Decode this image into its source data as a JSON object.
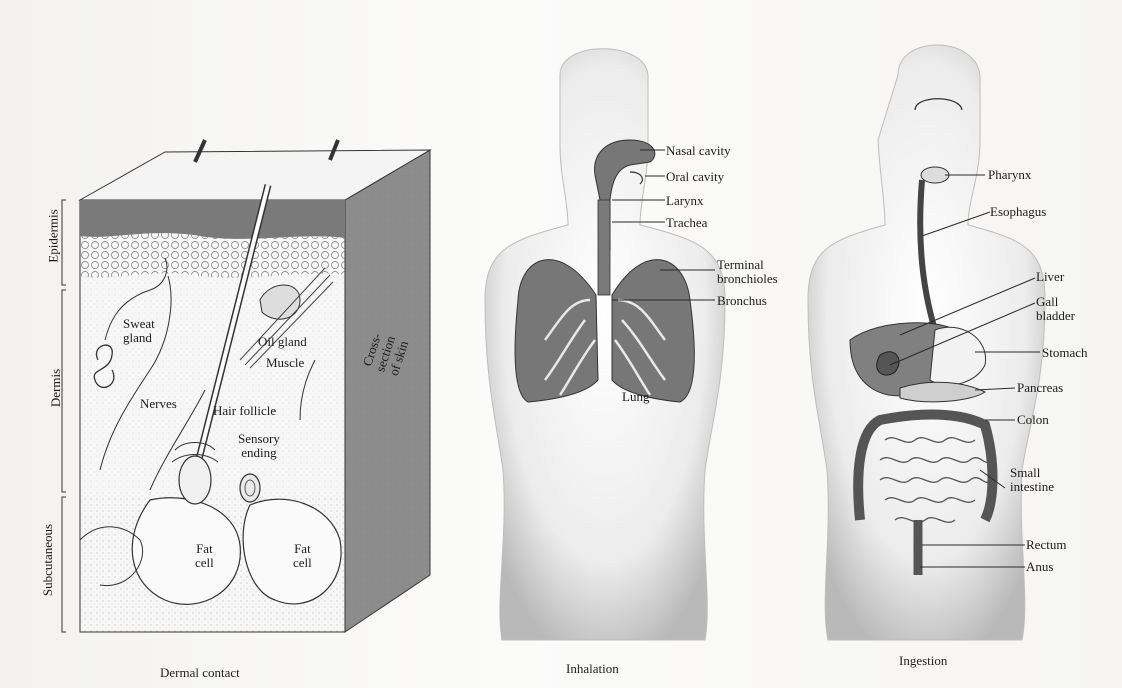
{
  "skin": {
    "caption": "Dermal contact",
    "layers": {
      "epidermis": "Epidermis",
      "dermis": "Dermis",
      "subcutaneous": "Subcutaneous"
    },
    "labels": {
      "sweat_gland": "Sweat\ngland",
      "oil_gland": "Oil gland",
      "muscle": "Muscle",
      "nerves": "Nerves",
      "hair_follicle": "Hair follicle",
      "sensory_ending": "Sensory\nending",
      "fat_cell_1": "Fat\ncell",
      "fat_cell_2": "Fat\ncell",
      "cross_section": "Cross-\nsection\nof skin"
    }
  },
  "inhalation": {
    "caption": "Inhalation",
    "labels": {
      "nasal_cavity": "Nasal cavity",
      "oral_cavity": "Oral cavity",
      "larynx": "Larynx",
      "trachea": "Trachea",
      "terminal_bronchioles": "Terminal\nbronchioles",
      "bronchus": "Bronchus",
      "lung": "Lung"
    }
  },
  "ingestion": {
    "caption": "Ingestion",
    "labels": {
      "pharynx": "Pharynx",
      "esophagus": "Esophagus",
      "liver": "Liver",
      "gall_bladder": "Gall\nbladder",
      "stomach": "Stomach",
      "pancreas": "Pancreas",
      "colon": "Colon",
      "small_intestine": "Small\nintestine",
      "rectum": "Rectum",
      "anus": "Anus"
    }
  }
}
